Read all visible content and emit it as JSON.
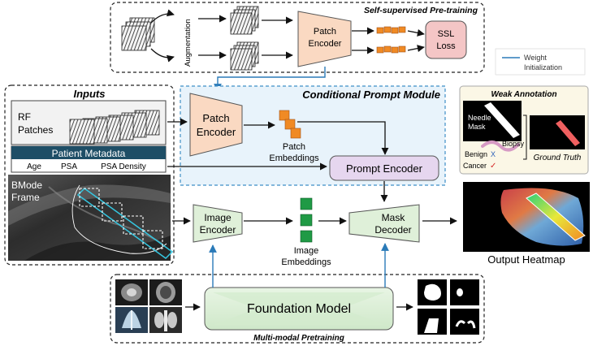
{
  "ssl": {
    "title": "Self-supervised Pre-training",
    "augmentation": "Augmentation",
    "encoder": [
      "Patch",
      "Encoder"
    ],
    "loss": [
      "SSL",
      "Loss"
    ]
  },
  "legend": {
    "label": [
      "Weight",
      "Initialization"
    ],
    "line_color": "#2a7ab8"
  },
  "inputs": {
    "title": "Inputs",
    "rf_patches": [
      "RF",
      "Patches"
    ],
    "metadata_title": "Patient Metadata",
    "metadata_fields": [
      "Age",
      "PSA",
      "PSA Density"
    ],
    "bmode": [
      "BMode",
      "Frame"
    ]
  },
  "cpm": {
    "title": "Conditional Prompt Module",
    "encoder": [
      "Patch",
      "Encoder"
    ],
    "embeddings": [
      "Patch",
      "Embeddings"
    ],
    "prompt_encoder": "Prompt Encoder"
  },
  "weak": {
    "title": "Weak Annotation",
    "needle_mask": [
      "Needle",
      "Mask"
    ],
    "biopsy": "Biopsy",
    "benign": "Benign",
    "cancer": "Cancer",
    "benign_mark": "X",
    "cancer_mark": "✓",
    "ground_truth": "Ground Truth"
  },
  "center": {
    "image_encoder": [
      "Image",
      "Encoder"
    ],
    "image_embeddings": [
      "Image",
      "Embeddings"
    ],
    "mask_decoder": [
      "Mask",
      "Decoder"
    ],
    "output": "Output Heatmap"
  },
  "bottom": {
    "foundation": "Foundation Model",
    "title": "Multi-modal Pretraining"
  },
  "colors": {
    "encoder_fill": "#fad9c2",
    "ssl_loss_fill": "#f4c6c6",
    "prompt_fill": "#e6d6ef",
    "cpm_fill": "#e8f3fb",
    "cpm_border": "#3f8fc6",
    "metadata_fill": "#1e4e66",
    "green_fill": "#dff0d9",
    "green_block": "#1f9a45",
    "orange_block": "#f08a24"
  }
}
